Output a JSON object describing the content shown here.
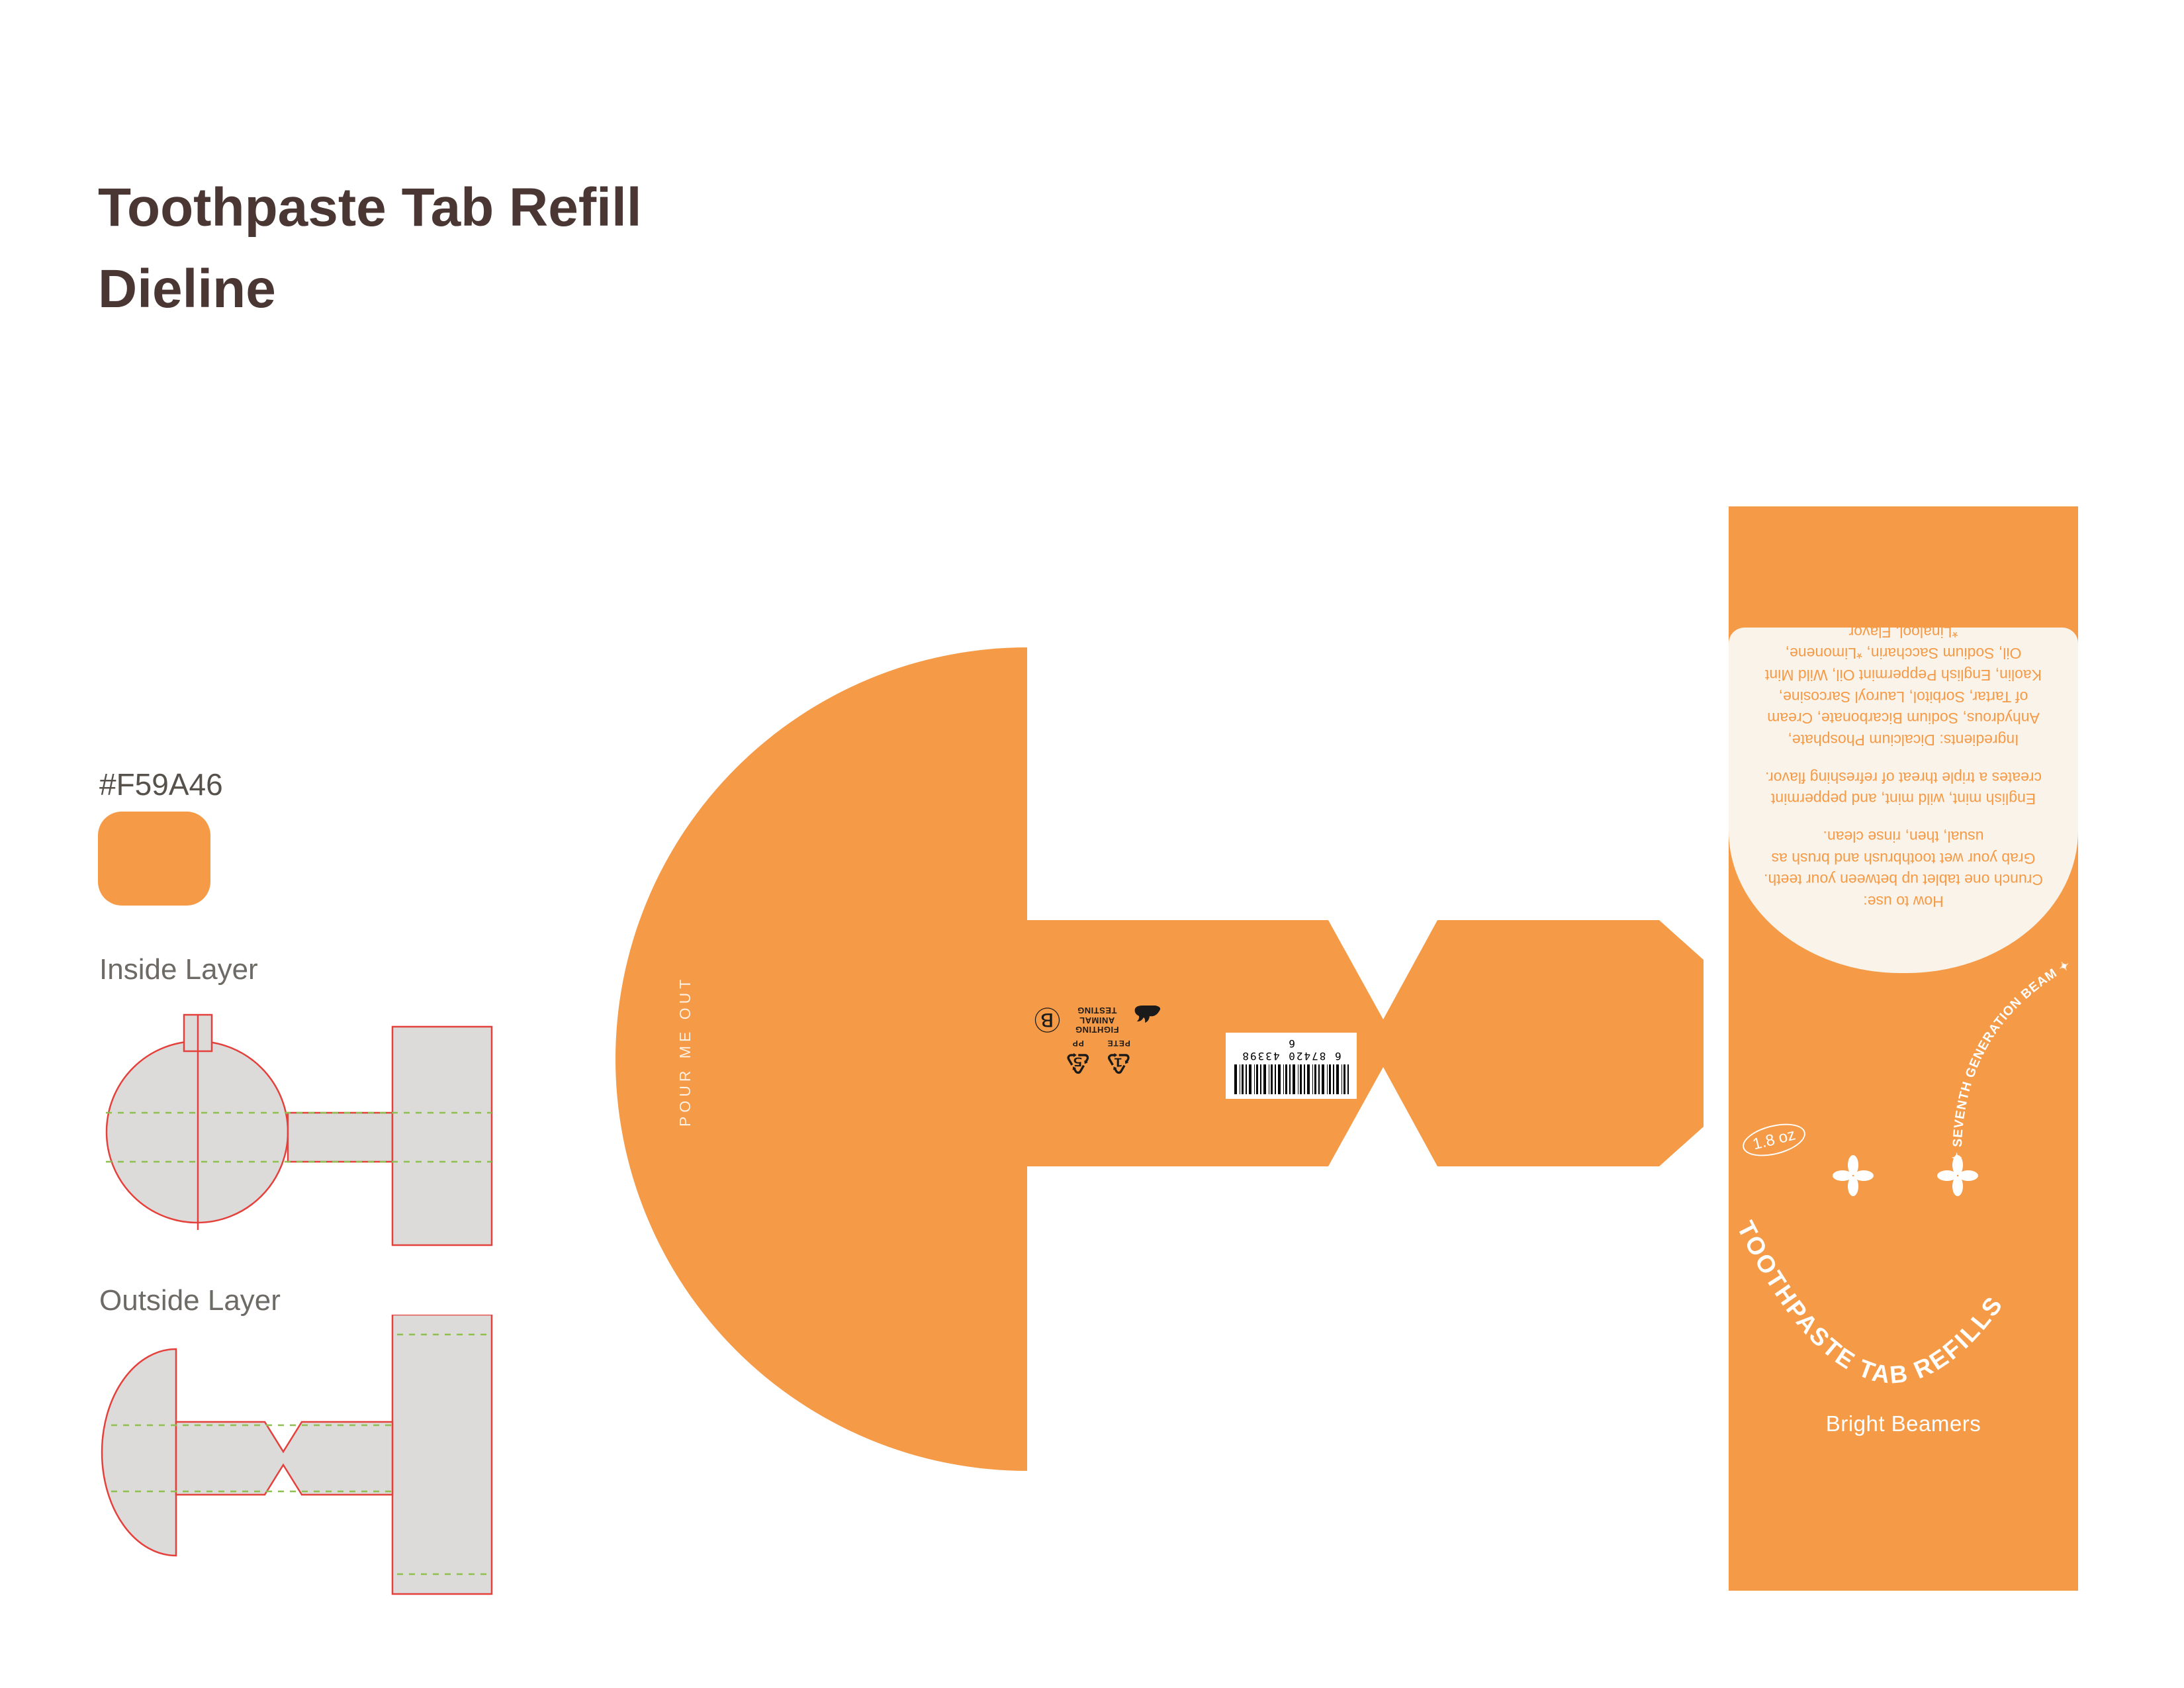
{
  "page": {
    "title_line1": "Toothpaste Tab Refill",
    "title_line2": "Dieline"
  },
  "swatch": {
    "label": "#F59A46"
  },
  "layers": {
    "inside": "Inside Layer",
    "outside": "Outside Layer"
  },
  "wrap": {
    "pour_label": "POUR ME OUT",
    "certs": {
      "fighting_line1": "FIGHTING",
      "fighting_line2": "ANIMAL",
      "fighting_line3": "TESTING",
      "pete_symbol": "♳",
      "pete_label": "PETE",
      "pp_symbol": "♷",
      "pp_label": "PP",
      "bcorp_symbol": "Ⓑ"
    },
    "barcode": {
      "digits": "6 87420 43398 6"
    }
  },
  "back_panel": {
    "how_to_use_label": "How to use:",
    "how_to_use_body": "Crunch one tablet up between your teeth. Grab your wet toothbrush and brush as usual, then, rinse clean.",
    "flavor_copy": "English mint, wild mint, and peppermint creates a triple threat of refreshing flavor.",
    "ingredients": "Ingredients: Dicalcium Phosphate, Anhydrous, Sodium Bicarbonate, Cream of Tartar, Sorbitol, Lauroyl Sarcosine, Kaolin, English Peppermint Oil, Wild Mint Oil, Sodium Saccharin, *Limonene, *Linalool, Flavor"
  },
  "front_panel": {
    "arc_text": "✦ SEVENTH GENERATION BEAM ✦",
    "net_weight": "1.8 oz",
    "smile_text": "TOOTHPASTE TAB REFILLS",
    "brand": "Bright Beamers"
  },
  "colors": {
    "orange": "#F59A46",
    "cream": "#FAF3EA",
    "brown": "#4A3733",
    "label": "#6E6A66",
    "red": "#E4403C",
    "green": "#8FBE53",
    "gray": "#DCDBD9",
    "ink": "#1A1A1A"
  }
}
